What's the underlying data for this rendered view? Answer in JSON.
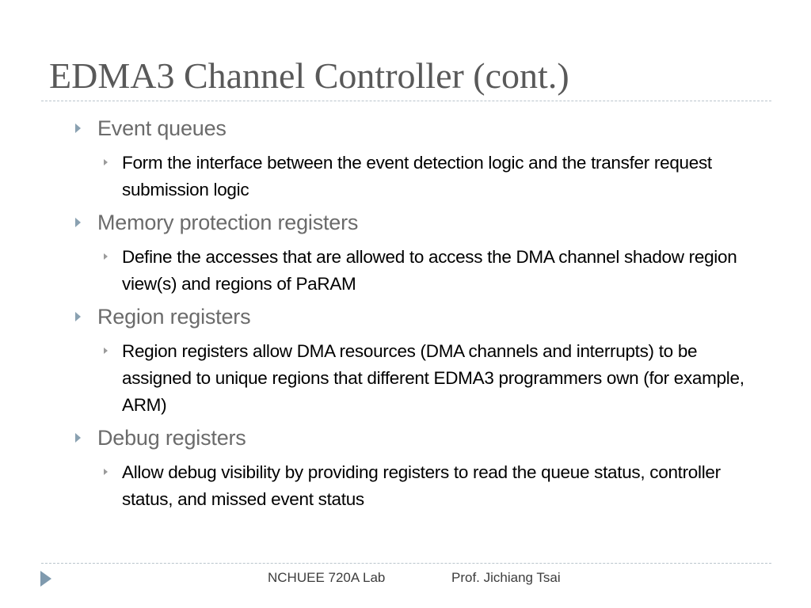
{
  "slide": {
    "title": "EDMA3 Channel Controller (cont.)",
    "bullets": [
      {
        "heading": "Event queues",
        "sub": "Form the interface between the event detection logic and the transfer request submission logic"
      },
      {
        "heading": "Memory protection registers",
        "sub": "Define the accesses that are allowed to access the DMA channel shadow region view(s) and regions of PaRAM"
      },
      {
        "heading": "Region registers",
        "sub": "Region registers allow DMA resources (DMA channels and interrupts) to be assigned to unique regions that different EDMA3 programmers own (for example, ARM)"
      },
      {
        "heading": "Debug registers",
        "sub": "Allow debug visibility by providing registers to read the queue status, controller status, and missed event status"
      }
    ],
    "footer": {
      "left": "NCHUEE 720A Lab",
      "right": "Prof. Jichiang Tsai"
    }
  }
}
